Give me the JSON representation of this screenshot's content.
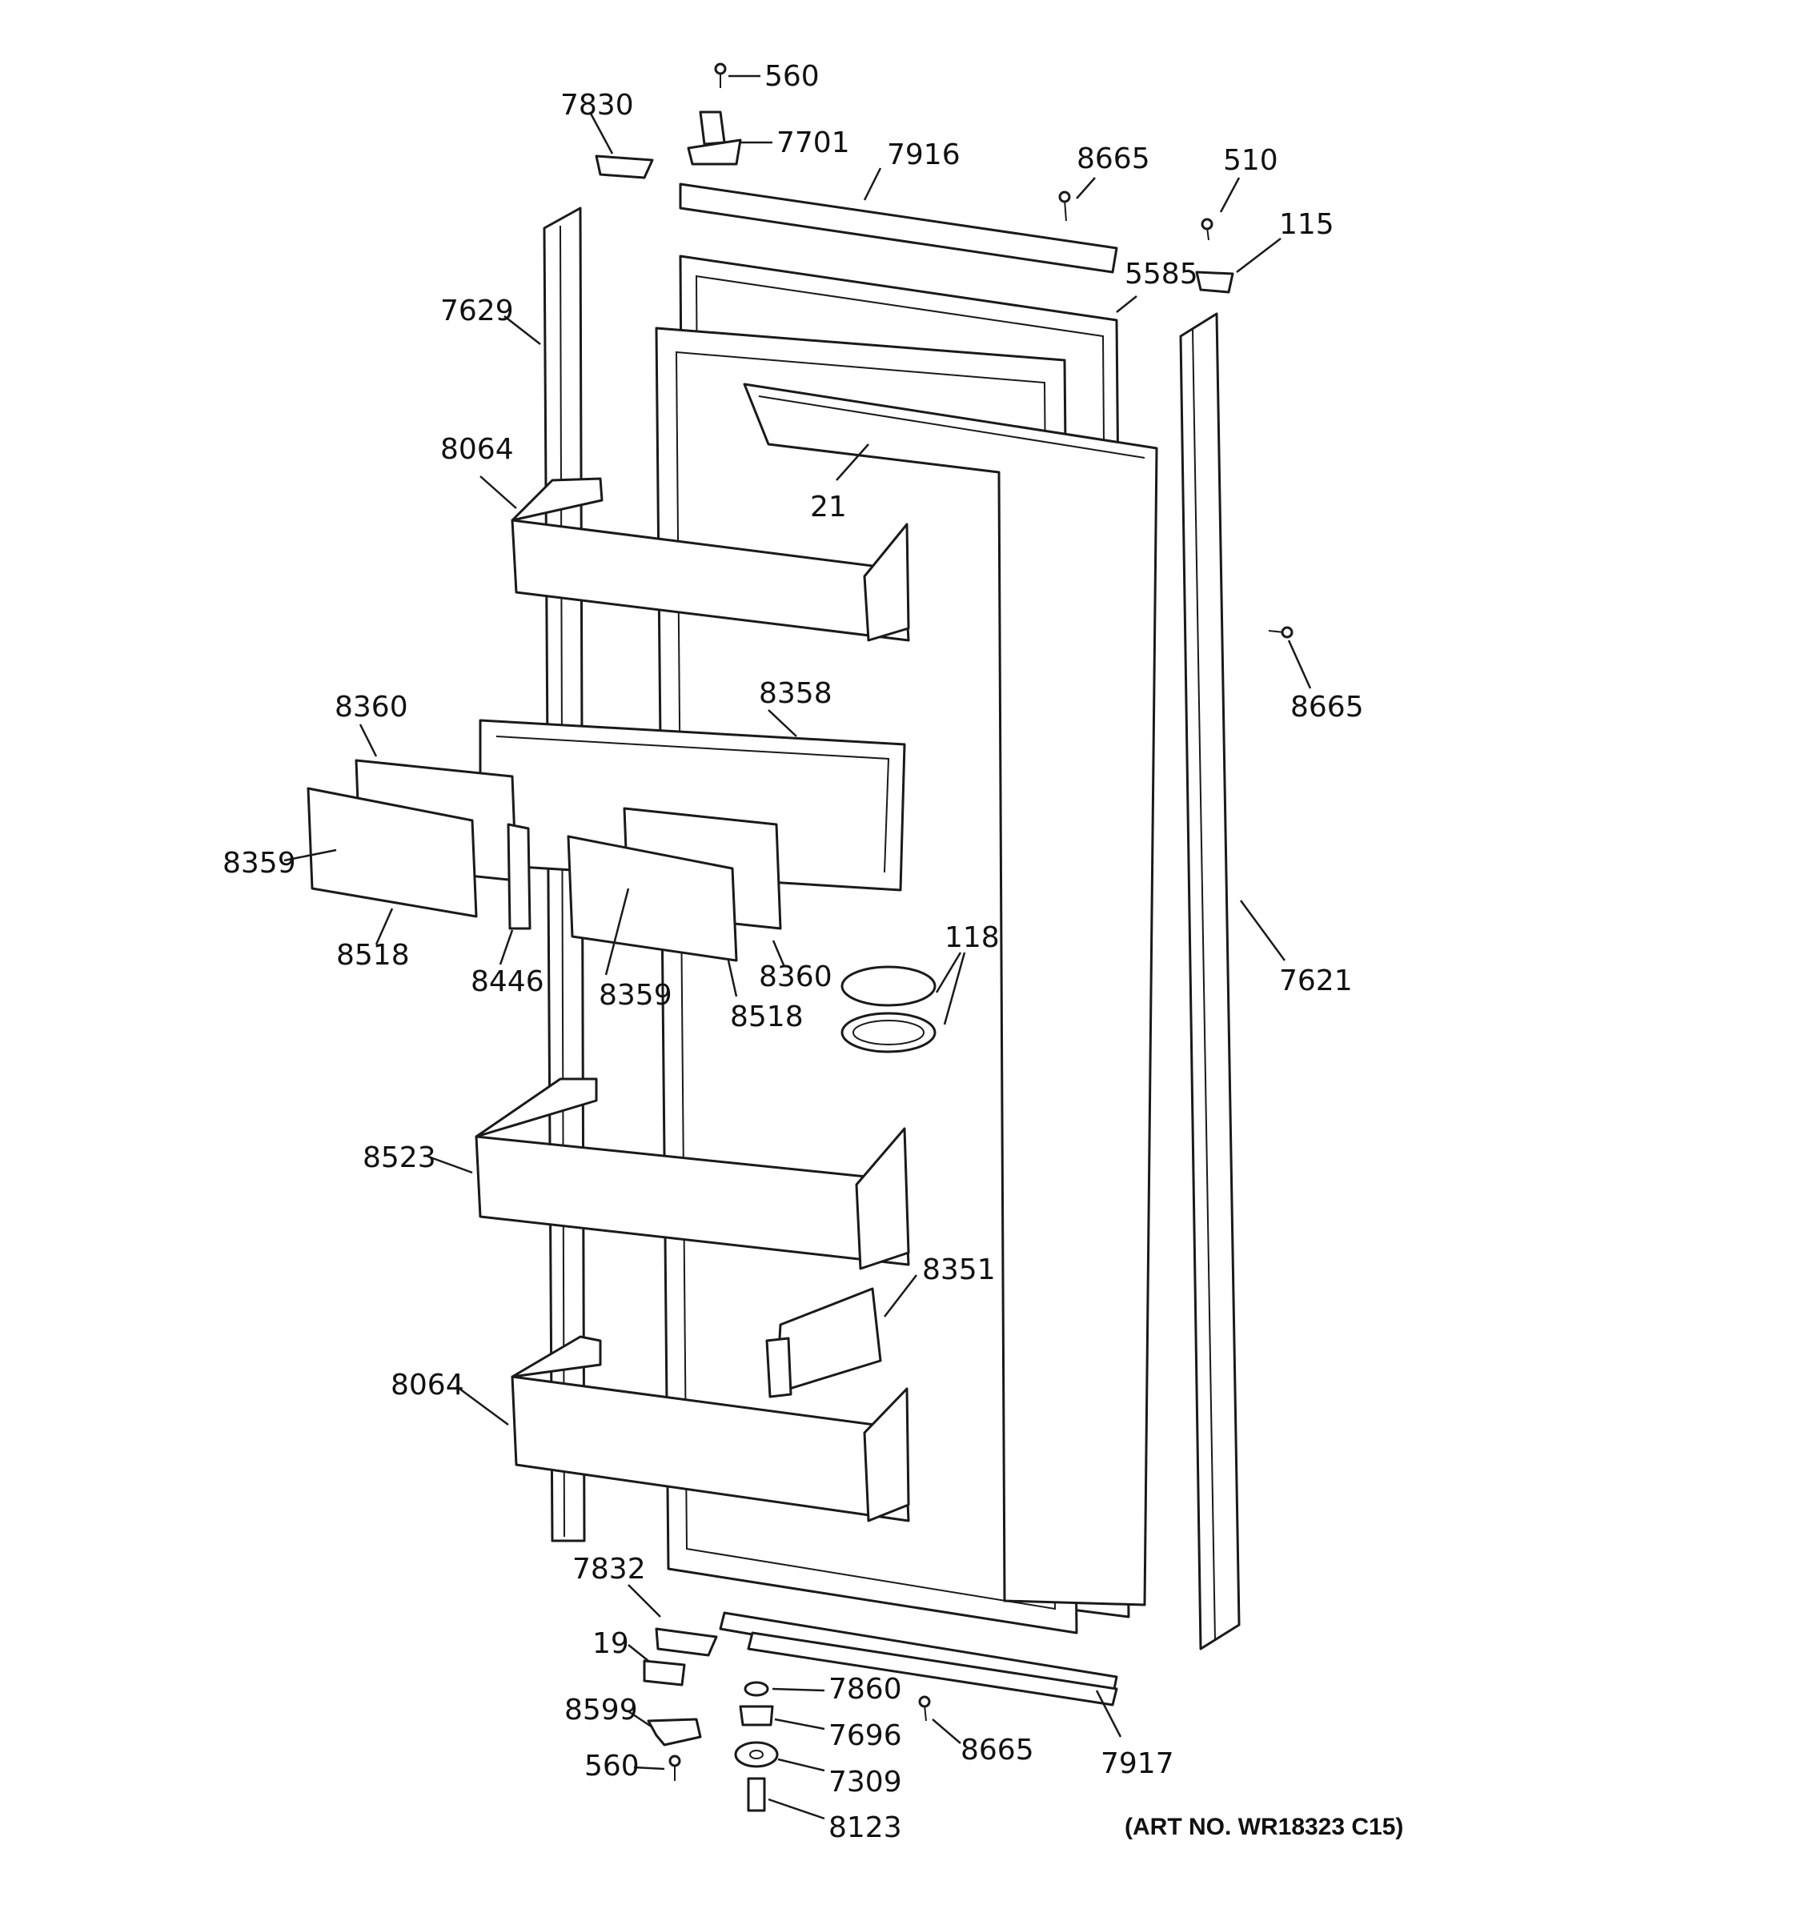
{
  "diagram": {
    "art_number": "(ART NO. WR18323 C15)",
    "callouts": [
      "560",
      "7701",
      "7830",
      "7916",
      "8665",
      "510",
      "115",
      "5585",
      "7629",
      "21",
      "8064",
      "8360",
      "8358",
      "8359",
      "8518",
      "8446",
      "8359",
      "8518",
      "8360",
      "118",
      "7621",
      "8665",
      "8523",
      "8351",
      "8064",
      "7832",
      "19",
      "8599",
      "560",
      "7860",
      "7696",
      "7309",
      "8123",
      "8665",
      "7917"
    ]
  }
}
